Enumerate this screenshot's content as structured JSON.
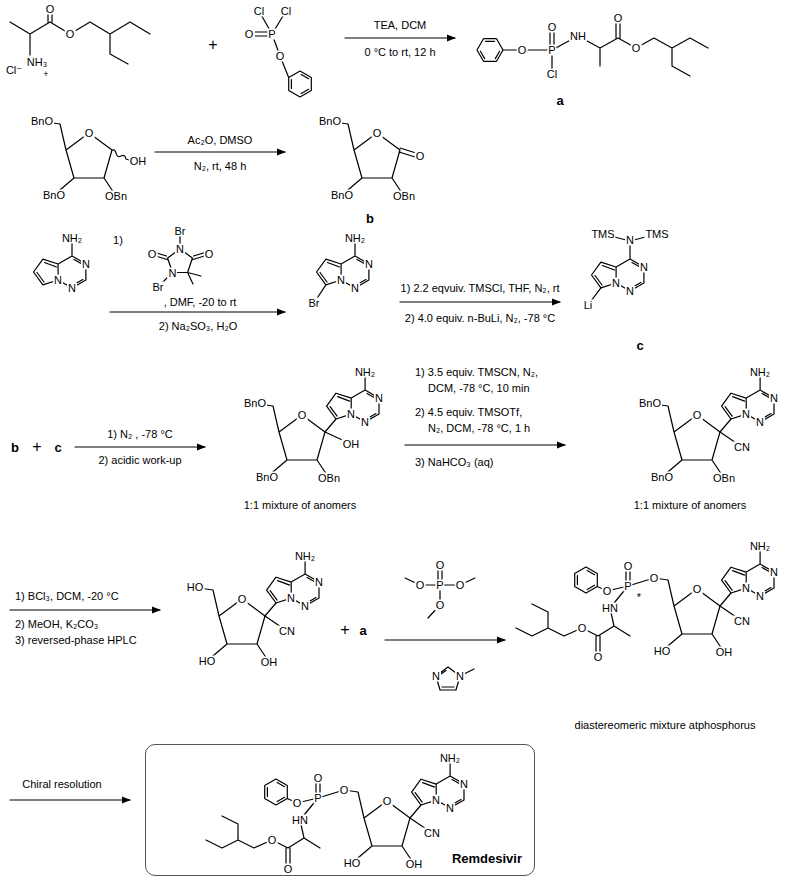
{
  "diagram": {
    "nodes": [
      {
        "text": [
          "Remdesivir"
        ]
      }
    ],
    "labels": [
      "Cl⁻",
      "NH₃",
      "+",
      "O",
      "O",
      "+",
      "Cl",
      "Cl",
      "O",
      "P",
      "O",
      "TEA, DCM",
      "0 °C to rt, 12 h",
      "O",
      "P",
      "O",
      "NH",
      "Cl",
      "O",
      "O",
      "a",
      "BnO",
      "O",
      "OH",
      "BnO",
      "OBn",
      "Ac₂O, DMSO",
      "N₂, rt, 48 h",
      "BnO",
      "O",
      "O",
      "BnO",
      "OBn",
      "b",
      "NH₂",
      "N",
      "N",
      "N",
      "1)",
      "Br",
      "N",
      "O",
      "O",
      "N",
      "Br",
      ", DMF, -20 to rt",
      "2) Na₂SO₃, H₂O",
      "NH₂",
      "N",
      "N",
      "N",
      "Br",
      "1) 2.2 eqvuiv. TMSCl, THF, N₂, rt",
      "2) 4.0 equiv. n-BuLi, N₂, -78 °C",
      "TMS",
      "N",
      "TMS",
      "N",
      "N",
      "N",
      "Li",
      "c",
      "b",
      "+",
      "c",
      "1) N₂ , -78 °C",
      "2) acidic work-up",
      "NH₂",
      "BnO",
      "O",
      "N",
      "N",
      "N",
      "OH",
      "BnO",
      "OBn",
      "1:1 mixture of anomers",
      "1) 3.5 equiv. TMSCN, N₂,",
      "DCM, -78 °C, 10 min",
      "2) 4.5 equiv. TMSOTf,",
      "N₂, DCM, -78 °C, 1 h",
      "3) NaHCO₃ (aq)",
      "NH₂",
      "BnO",
      "O",
      "N",
      "N",
      "N",
      "CN",
      "BnO",
      "OBn",
      "1:1 mixture of anomers",
      "1) BCl₃, DCM, -20 °C",
      "2) MeOH, K₂CO₃",
      "3) reversed-phase HPLC",
      "NH₂",
      "HO",
      "O",
      "N",
      "N",
      "N",
      "CN",
      "HO",
      "OH",
      "+",
      "a",
      "O",
      "O",
      "P",
      "O",
      "O",
      "N",
      "N",
      "NH₂",
      "O",
      "O",
      "P",
      "*",
      "O",
      "O",
      "N",
      "N",
      "N",
      "HN",
      "CN",
      "O",
      "O",
      "HO",
      "OH",
      "diastereomeric mixture atphosphorus",
      "Chiral resolution",
      "NH₂",
      "O",
      "O",
      "P",
      "O",
      "O",
      "N",
      "N",
      "N",
      "HN",
      "CN",
      "O",
      "HO",
      "O",
      "OH"
    ]
  }
}
